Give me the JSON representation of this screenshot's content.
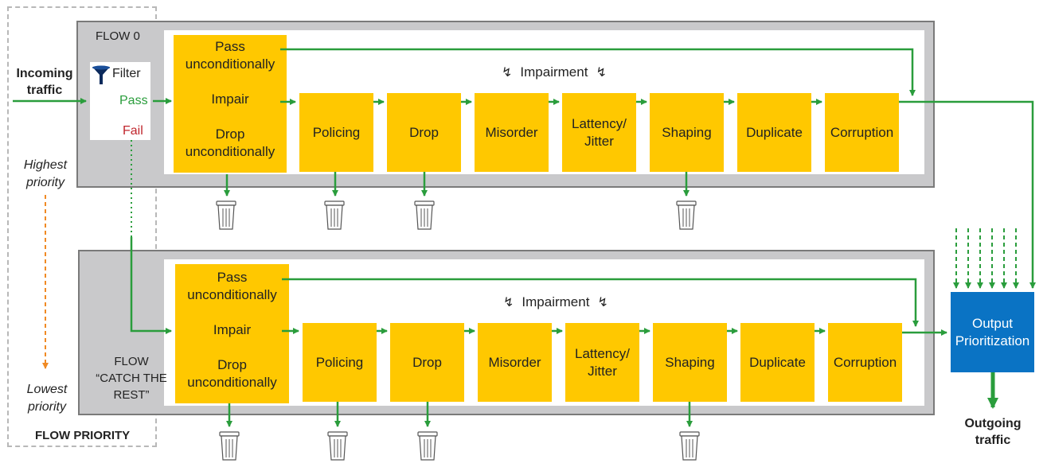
{
  "incoming": "Incoming\ntraffic",
  "outgoing": "Outgoing\ntraffic",
  "filter": {
    "title": "Filter",
    "pass": "Pass",
    "fail": "Fail"
  },
  "priority": {
    "highest": "Highest\npriority",
    "lowest": "Lowest\npriority",
    "title": "FLOW PRIORITY"
  },
  "output_box": "Output\nPrioritization",
  "flows": [
    {
      "name": "FLOW 0",
      "impairment": "Impairment",
      "actions": [
        "Pass\nunconditionally",
        "Impair",
        "Drop\nunconditionally"
      ],
      "stages": [
        "Policing",
        "Drop",
        "Misorder",
        "Lattency/\nJitter",
        "Shaping",
        "Duplicate",
        "Corruption"
      ]
    },
    {
      "name": "FLOW\n“CATCH THE\nREST”",
      "impairment": "Impairment",
      "actions": [
        "Pass\nunconditionally",
        "Impair",
        "Drop\nunconditionally"
      ],
      "stages": [
        "Policing",
        "Drop",
        "Misorder",
        "Lattency/\nJitter",
        "Shaping",
        "Duplicate",
        "Corruption"
      ]
    }
  ],
  "colors": {
    "panel": "#c9c9cb",
    "box": "#ffc800",
    "arrow": "#2a9d3c",
    "output": "#0a73c4",
    "pass_text": "#2a9d3c",
    "fail_text": "#c0262d",
    "priority_arrow": "#f08a24"
  }
}
